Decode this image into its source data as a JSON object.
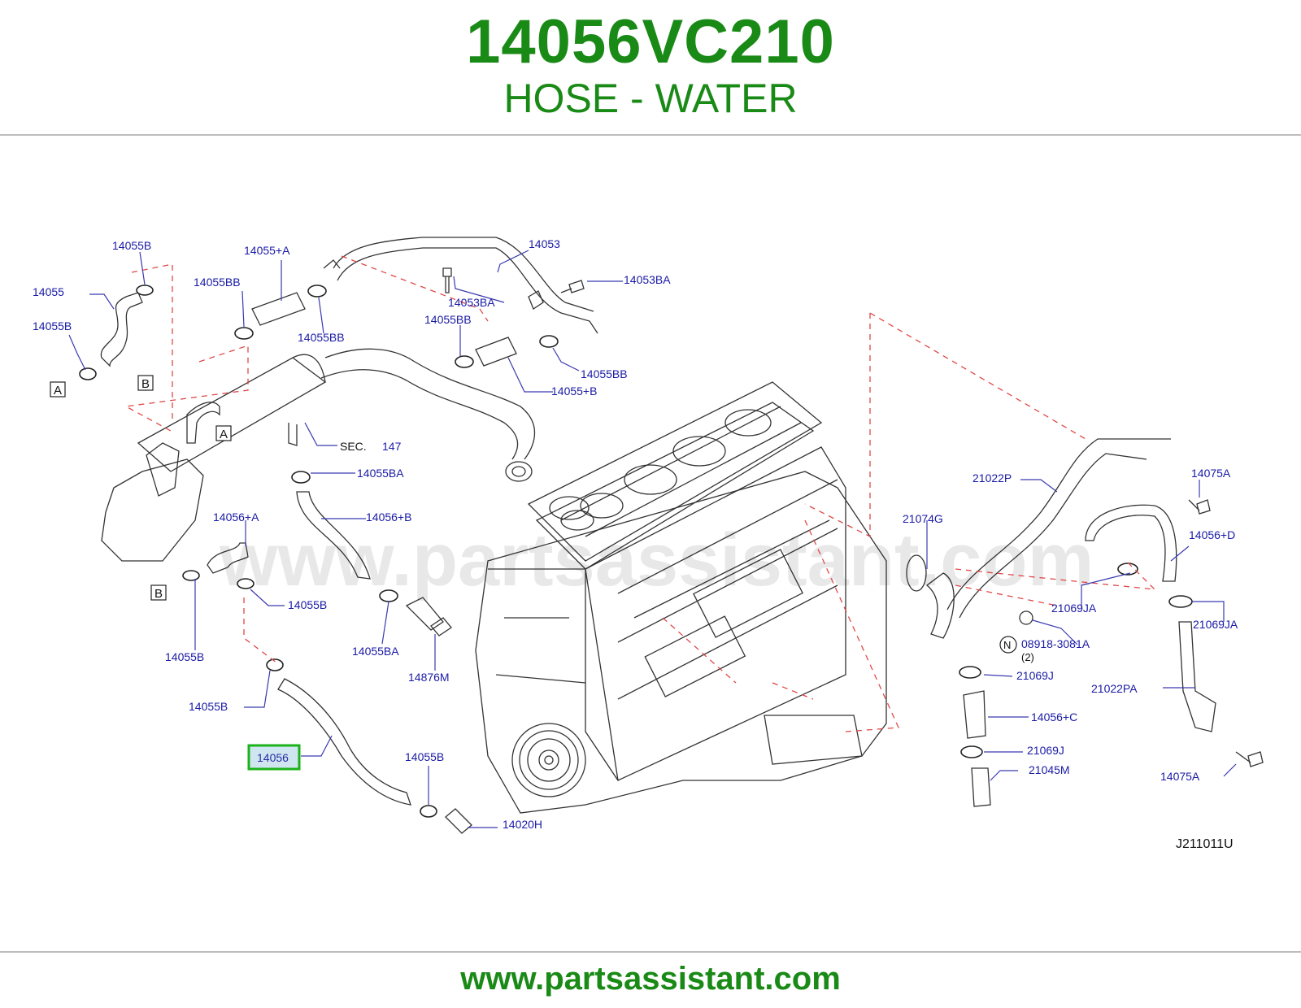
{
  "header": {
    "part_number": "14056VC210",
    "part_name": "HOSE - WATER"
  },
  "diagram": {
    "watermark": "www.partsassistant.com",
    "diagram_code": "J211011U",
    "sec_label": "SEC.",
    "sec_number": "147",
    "refs": [
      "A",
      "B",
      "A",
      "B"
    ],
    "n_marker": "N",
    "qty_note": "(2)",
    "highlight_label": "14056",
    "labels": [
      "14055B",
      "14055+A",
      "14053",
      "14055",
      "14055BB",
      "14053BA",
      "14053BA",
      "14055B",
      "14055BB",
      "14055BB",
      "14055BB",
      "14055+B",
      "14055BA",
      "14056+A",
      "14056+B",
      "14055B",
      "14055B",
      "14055BA",
      "14876M",
      "14055B",
      "14055B",
      "14020H",
      "21022P",
      "14075A",
      "21074G",
      "14056+D",
      "21069JA",
      "21069JA",
      "08918-3081A",
      "21069J",
      "21022PA",
      "14056+C",
      "21069J",
      "21045M",
      "14075A"
    ]
  },
  "footer": {
    "url": "www.partsassistant.com"
  }
}
